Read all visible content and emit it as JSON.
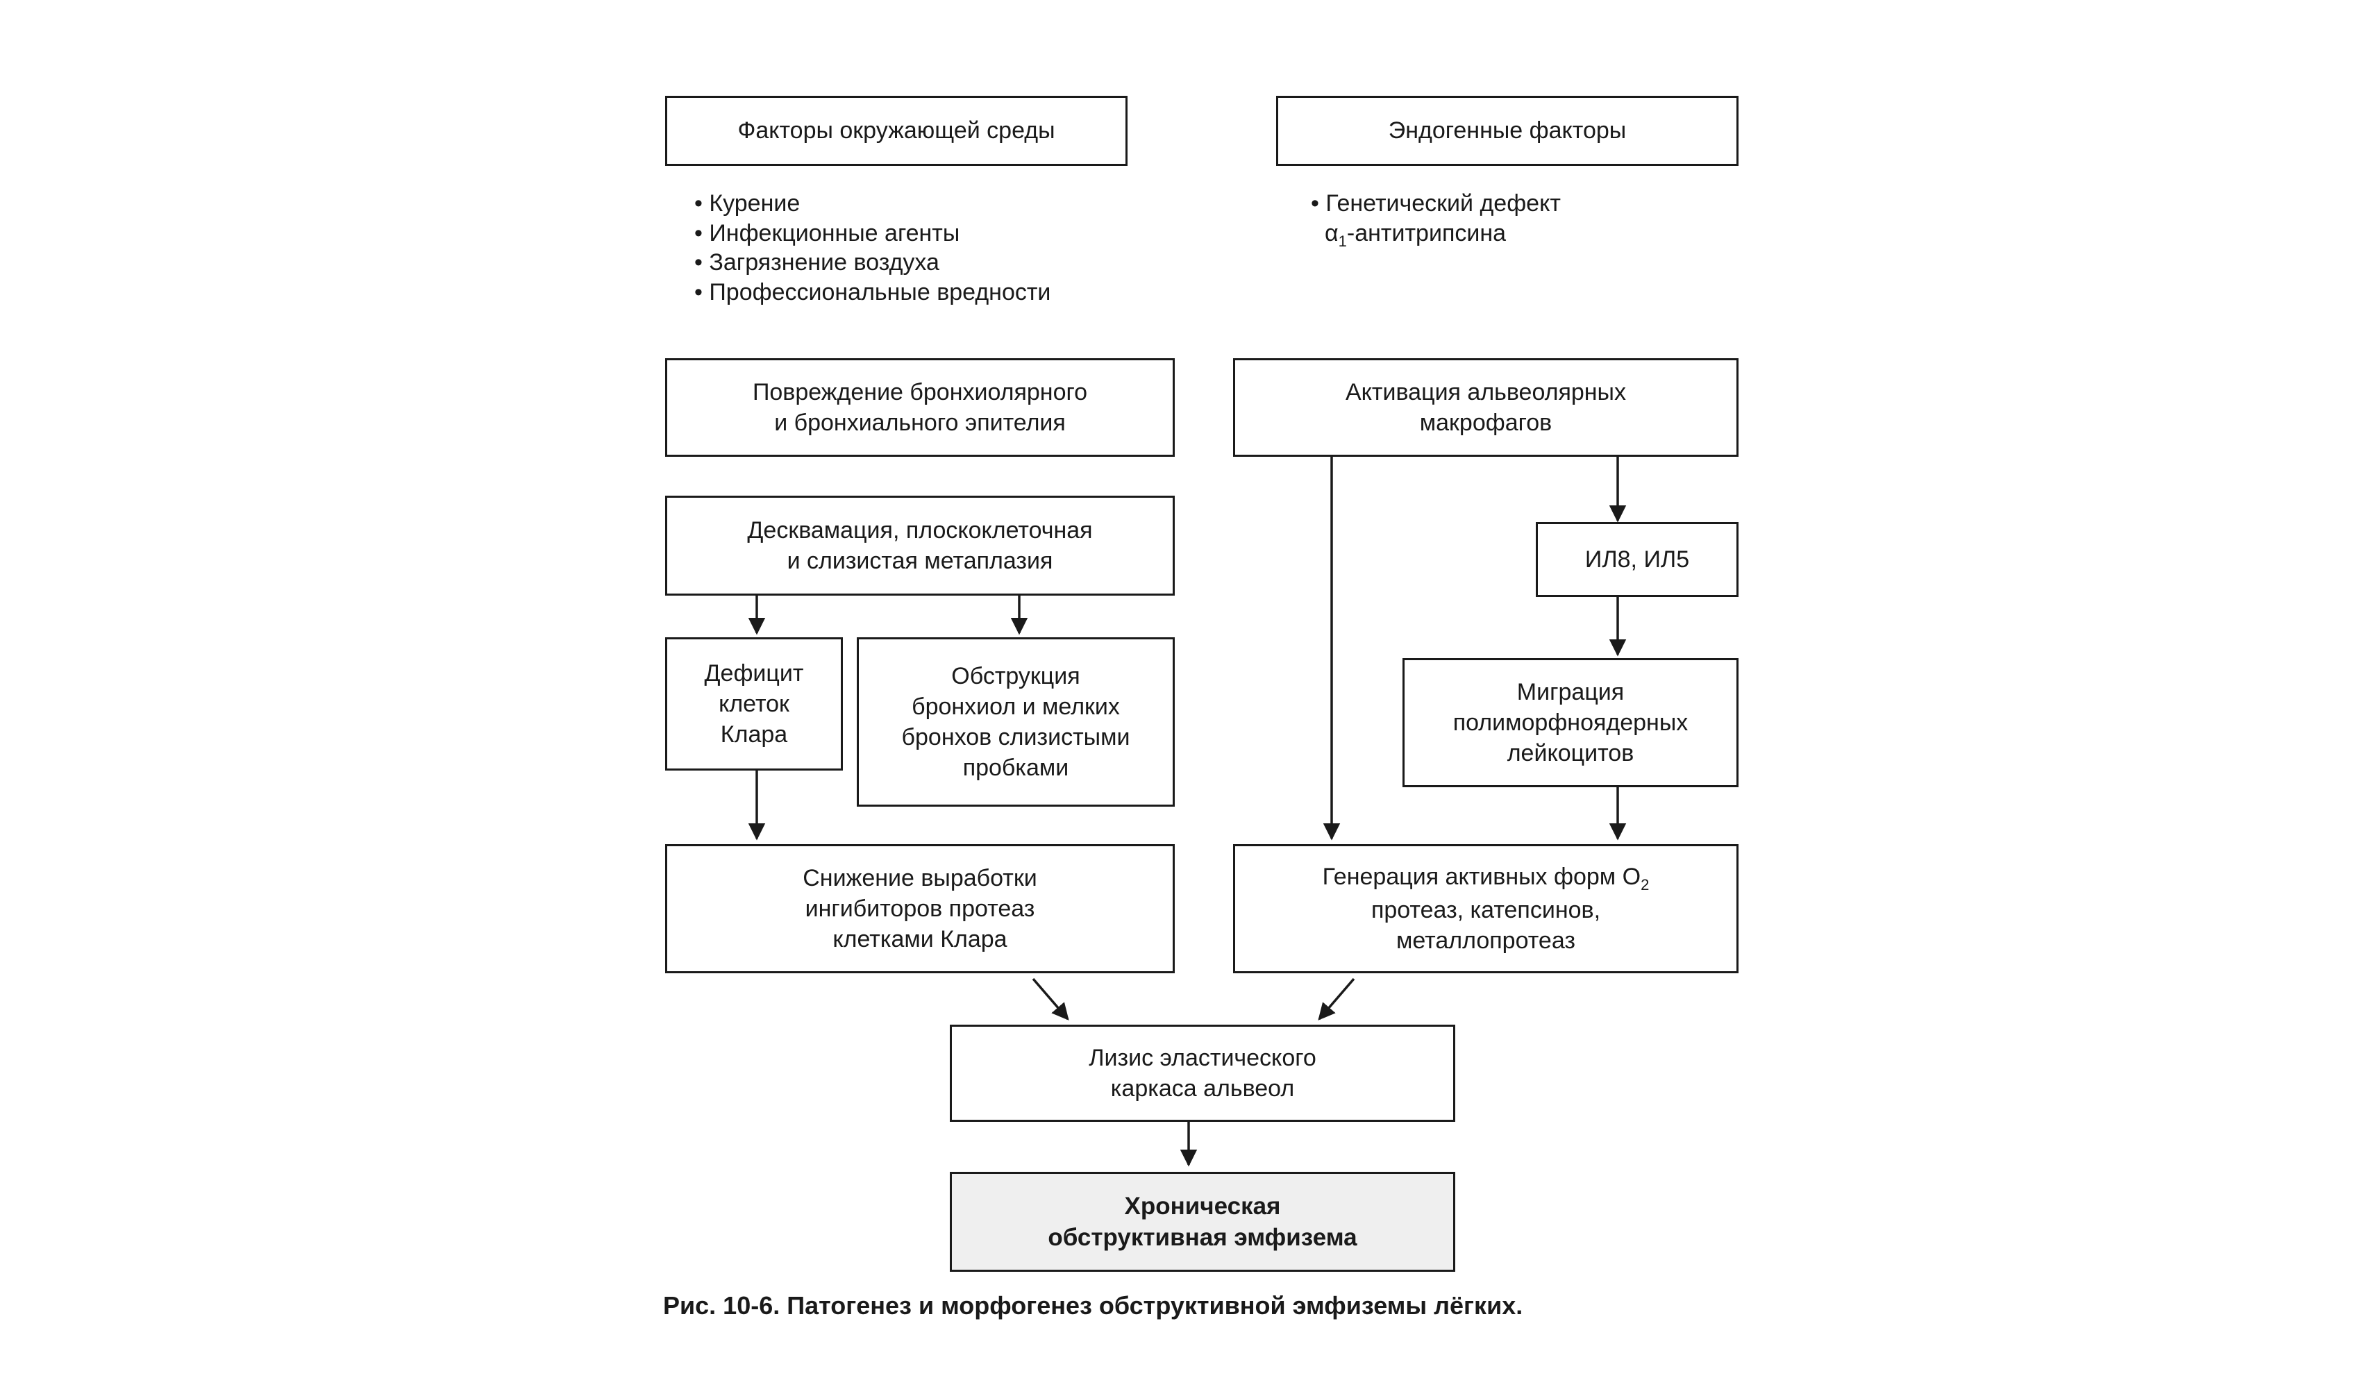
{
  "boxes": {
    "env_factors": "Факторы окружающей среды",
    "endo_factors": "Эндогенные факторы",
    "epithelium_damage": [
      "Повреждение бронхиолярного",
      "и бронхиального эпителия"
    ],
    "macrophage_activation": [
      "Активация альвеолярных",
      "макрофагов"
    ],
    "desquamation": [
      "Десквамация, плоскоклеточная",
      "и слизистая метаплазия"
    ],
    "il": "ИЛ8, ИЛ5",
    "clara_deficit": [
      "Дефицит",
      "клеток",
      "Клара"
    ],
    "obstruction": [
      "Обструкция",
      "бронхиол и мелких",
      "бронхов слизистыми",
      "пробками"
    ],
    "migration": [
      "Миграция",
      "полиморфноядерных",
      "лейкоцитов"
    ],
    "inhibitor_decrease": [
      "Снижение выработки",
      "ингибиторов протеаз",
      "клетками Клара"
    ],
    "generation": {
      "line1_main": "Генерация активных форм O",
      "line1_sub": "2",
      "line2": "протеаз, катепсинов,",
      "line3": "металлопротеаз"
    },
    "lysis": [
      "Лизис эластического",
      "каркаса альвеол"
    ],
    "final": [
      "Хроническая",
      "обструктивная эмфизема"
    ]
  },
  "env_list": [
    "• Курение",
    "• Инфекционные агенты",
    "• Загрязнение воздуха",
    "• Профессиональные вредности"
  ],
  "endo_list": {
    "line1": "• Генетический дефект",
    "alpha": "α",
    "alpha_sub": "1",
    "line2_rest": "-антитрипсина"
  },
  "caption": "Рис. 10-6. Патогенез и морфогенез обструктивной эмфиземы лёгких."
}
